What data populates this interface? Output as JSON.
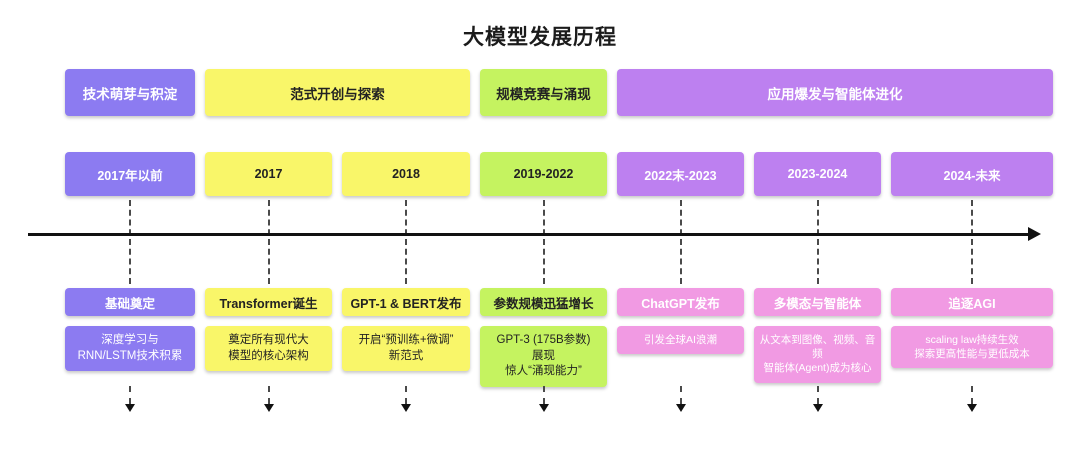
{
  "title": "大模型发展历程",
  "palette": {
    "purple": "#8c7bf1",
    "yellow": "#f9f669",
    "green": "#c5f360",
    "violet": "#bd80f0",
    "pink": "#f19ae3",
    "axis": "#111111"
  },
  "phases": [
    {
      "label": "技术萌芽与积淀"
    },
    {
      "label": "范式开创与探索"
    },
    {
      "label": "规模竞赛与涌现"
    },
    {
      "label": "应用爆发与智能体进化"
    }
  ],
  "columns": [
    {
      "period": "2017年以前",
      "event": "基础奠定",
      "desc": "深度学习与\nRNN/LSTM技术积累"
    },
    {
      "period": "2017",
      "event": "Transformer诞生",
      "desc": "奠定所有现代大\n模型的核心架构"
    },
    {
      "period": "2018",
      "event": "GPT-1 & BERT发布",
      "desc": "开启“预训练+微调”\n新范式"
    },
    {
      "period": "2019-2022",
      "event": "参数规模迅猛增长",
      "desc": "GPT-3 (175B参数)\n展现\n惊人“涌现能力”"
    },
    {
      "period": "2022末-2023",
      "event": "ChatGPT发布",
      "desc": "引发全球AI浪潮"
    },
    {
      "period": "2023-2024",
      "event": "多模态与智能体",
      "desc": "从文本到图像、视频、音频\n智能体(Agent)成为核心"
    },
    {
      "period": "2024-未来",
      "event": "追逐AGI",
      "desc": "scaling law持续生效\n探索更高性能与更低成本"
    }
  ]
}
